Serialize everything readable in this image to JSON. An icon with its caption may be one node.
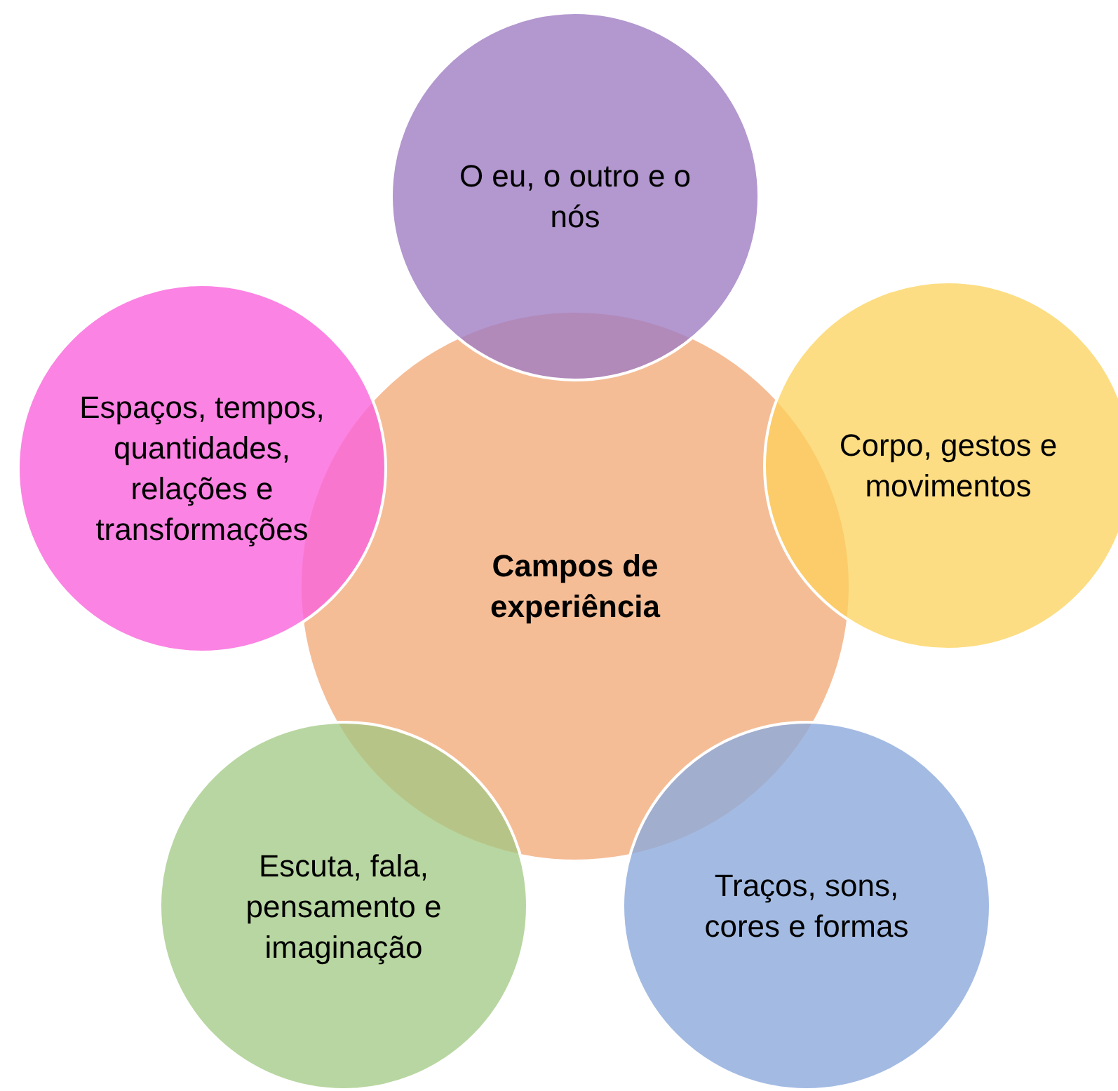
{
  "diagram": {
    "nodes": [
      {
        "text": [
          "Campos de experiência"
        ]
      },
      {
        "text": [
          "O eu, o outro e o nós"
        ]
      },
      {
        "text": [
          "Corpo, gestos e movimentos"
        ]
      },
      {
        "text": [
          "Traços, sons, cores e formas"
        ]
      },
      {
        "text": [
          "Escuta, fala, pensamento e imaginação"
        ]
      },
      {
        "text": [
          "Espaços, tempos, quantidades, relações e transformações"
        ]
      }
    ]
  }
}
